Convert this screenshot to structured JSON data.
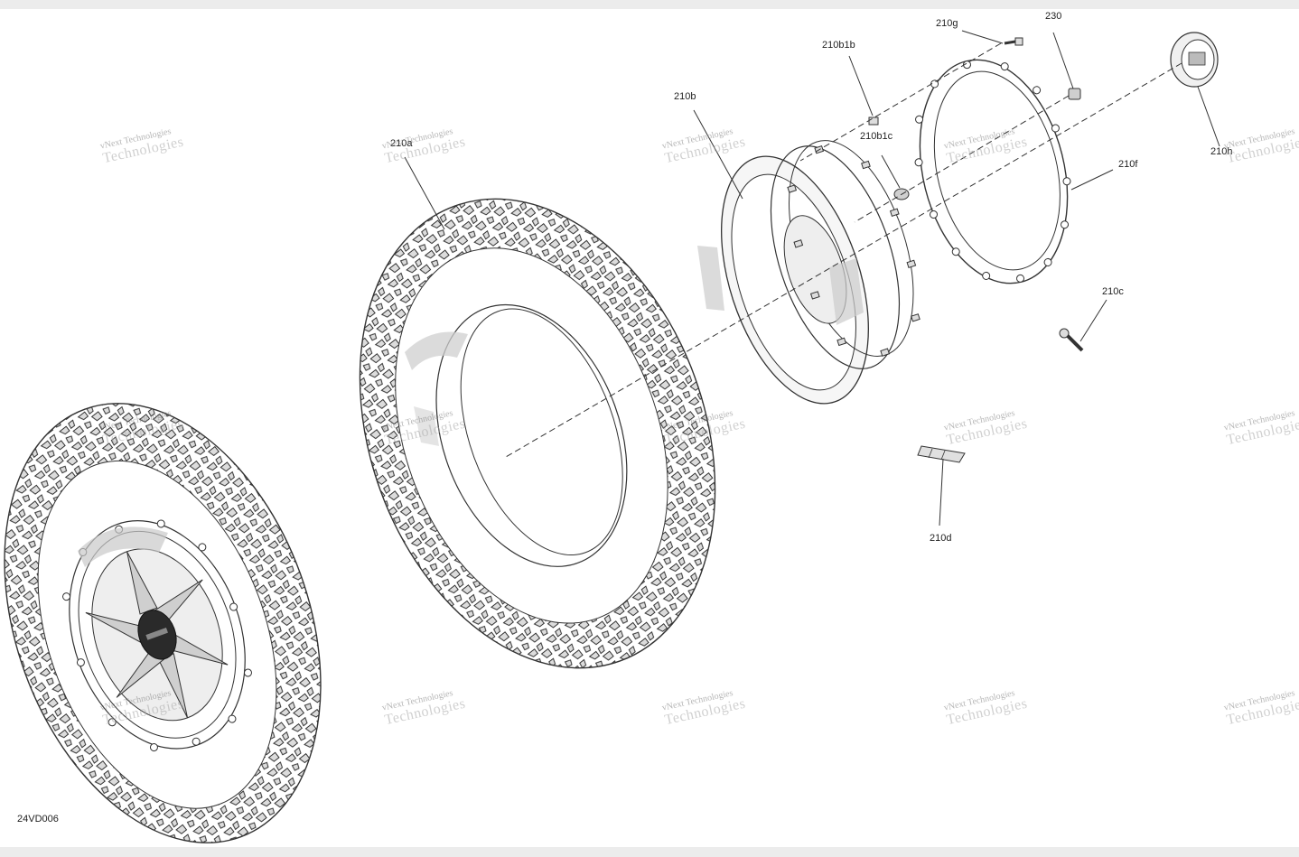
{
  "callouts": {
    "c210g": "210g",
    "c230": "230",
    "c210b1b": "210b1b",
    "c210b": "210b",
    "c210a": "210a",
    "c210b1c": "210b1c",
    "c210f": "210f",
    "c210h": "210h",
    "c210c": "210c",
    "c210d": "210d"
  },
  "drawing_id": "24VD006",
  "watermark": {
    "line1": "vNext Technologies",
    "line2": "Technologies"
  },
  "colors": {
    "background": "#ffffff",
    "frame": "#ececec",
    "line": "#333333",
    "shade": "#d4d4d4"
  }
}
